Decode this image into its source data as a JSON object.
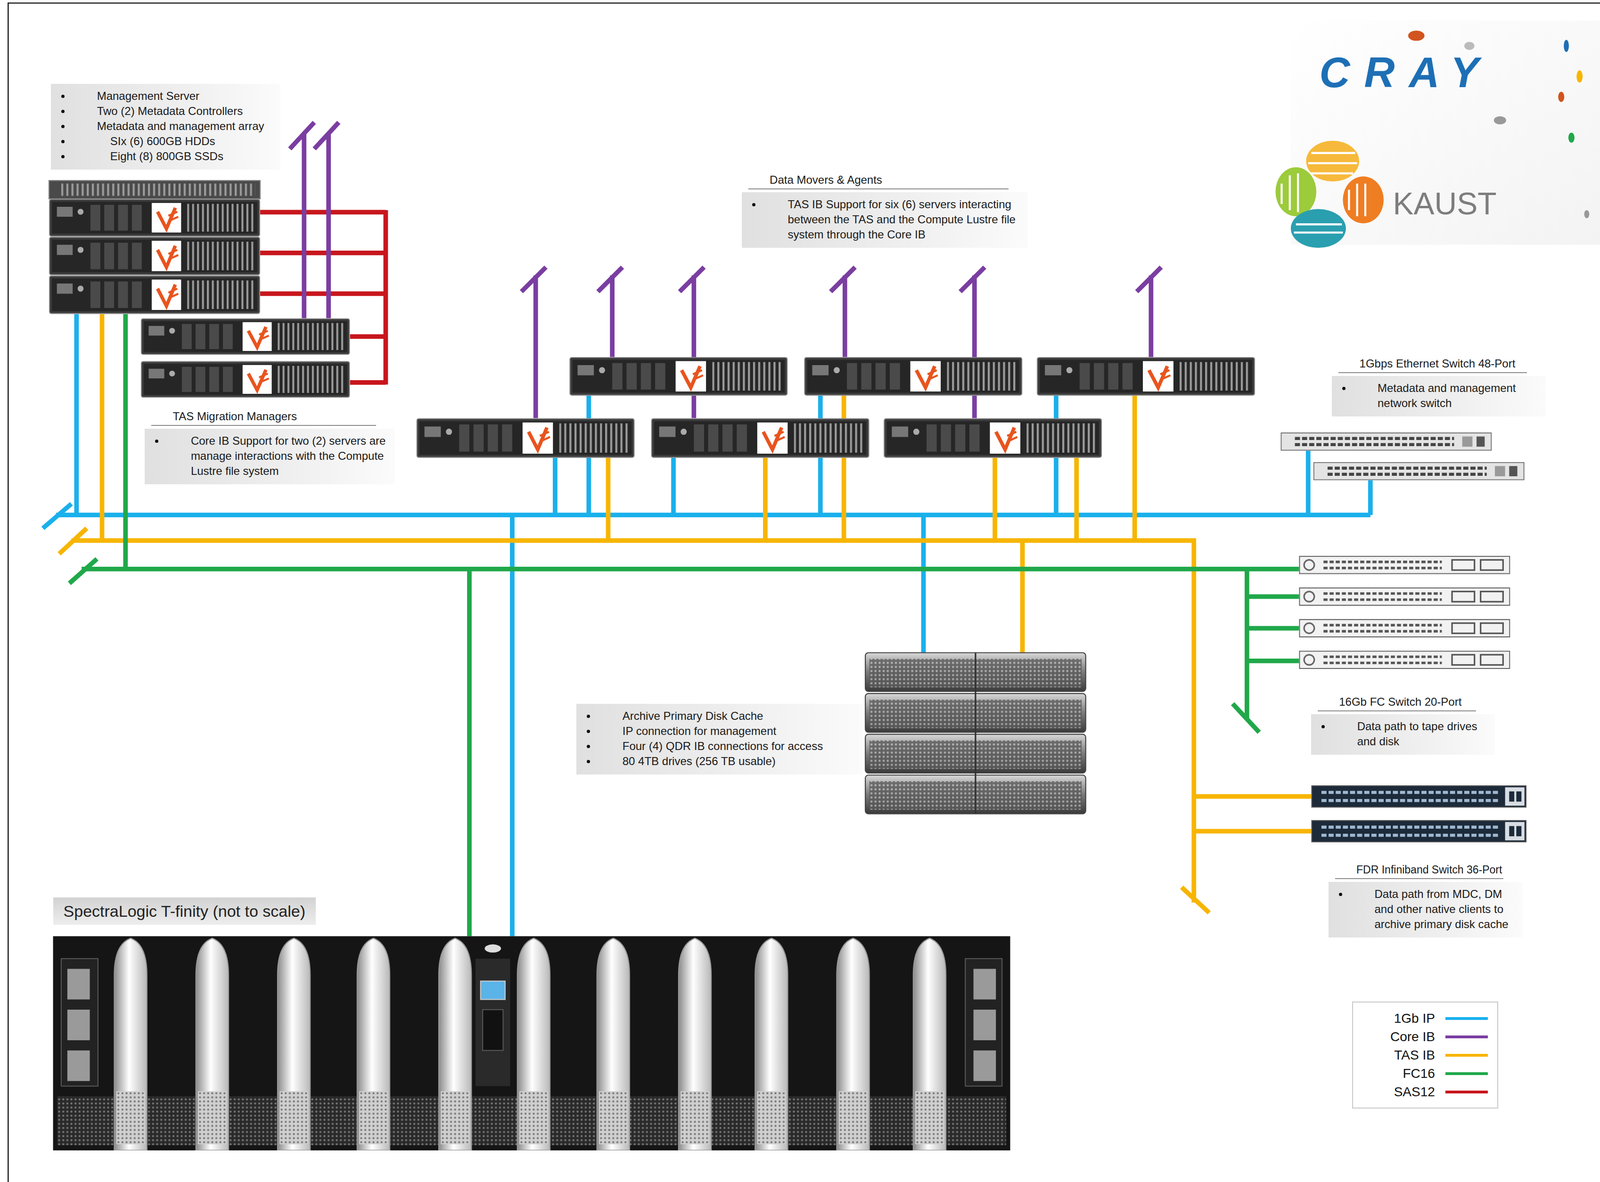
{
  "diagram": {
    "nodes": [
      {
        "text": [
          "Management Server",
          "Two (2) Metadata Controllers",
          "Metadata and management array",
          "SIx (6) 600GB HDDs",
          "Eight (8) 800GB SSDs"
        ]
      },
      {
        "text": [
          "TAS Migration Managers",
          "Core IB Support for two (2) servers are manage interactions with the Compute Lustre file system"
        ]
      },
      {
        "text": [
          "Data Movers & Agents",
          "TAS IB Support for six (6) servers interacting between the TAS and the Compute Lustre file system through the Core IB"
        ]
      },
      {
        "text": [
          "1Gbps Ethernet Switch 48-Port",
          "Metadata and management network switch"
        ]
      },
      {
        "text": [
          "Archive Primary Disk Cache",
          "IP connection for management",
          "Four (4) QDR IB connections for access",
          "80 4TB drives (256 TB usable)"
        ]
      },
      {
        "text": [
          "16Gb FC Switch 20-Port",
          "Data path to tape drives and disk"
        ]
      },
      {
        "text": [
          "FDR Infiniband Switch 36-Port",
          "Data path from MDC, DM and other native clients to archive primary disk cache"
        ]
      },
      {
        "text": [
          "SpectraLogic T-finity (not to scale)"
        ]
      }
    ],
    "labels": [
      "CRAY",
      "KAUST"
    ],
    "legend": [
      {
        "text": "1Gb IP",
        "color": "#1ab0ec"
      },
      {
        "text": "Core IB",
        "color": "#7a3ea1"
      },
      {
        "text": "TAS IB",
        "color": "#f7b500"
      },
      {
        "text": "FC16",
        "color": "#20a84a"
      },
      {
        "text": "SAS12",
        "color": "#c8161d"
      }
    ]
  }
}
